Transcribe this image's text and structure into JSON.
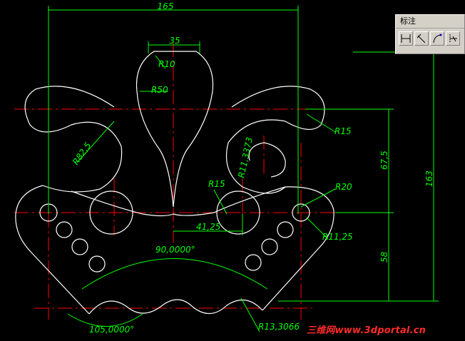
{
  "toolbar": {
    "title": "标注",
    "buttons": [
      {
        "name": "linear-dimension-icon"
      },
      {
        "name": "aligned-dimension-icon"
      },
      {
        "name": "arc-dimension-icon"
      },
      {
        "name": "ordinate-dimension-icon"
      }
    ]
  },
  "dimensions": {
    "width_top": "165",
    "neck_width": "35",
    "radius_r10": "R10",
    "radius_r50": "R50",
    "radius_r82_5": "R82,5",
    "radius_r15_right": "R15",
    "radius_r11_3373": "R11,3373",
    "radius_r15_mid": "R15",
    "radius_r20": "R20",
    "radius_r11_25": "R11,25",
    "offset_41_25": "41,25",
    "angle_90": "90,0000°",
    "angle_105": "105,0000°",
    "radius_r13_3066": "R13,3066",
    "vertical_67_5": "67,5",
    "vertical_58": "58",
    "vertical_163": "163"
  },
  "colors": {
    "background": "#000000",
    "geometry": "#ffffff",
    "centerline": "#ff0000",
    "dimension": "#00ff00",
    "watermark": "#ff2a2a"
  },
  "watermark": "三维网www.3dportal.cn"
}
